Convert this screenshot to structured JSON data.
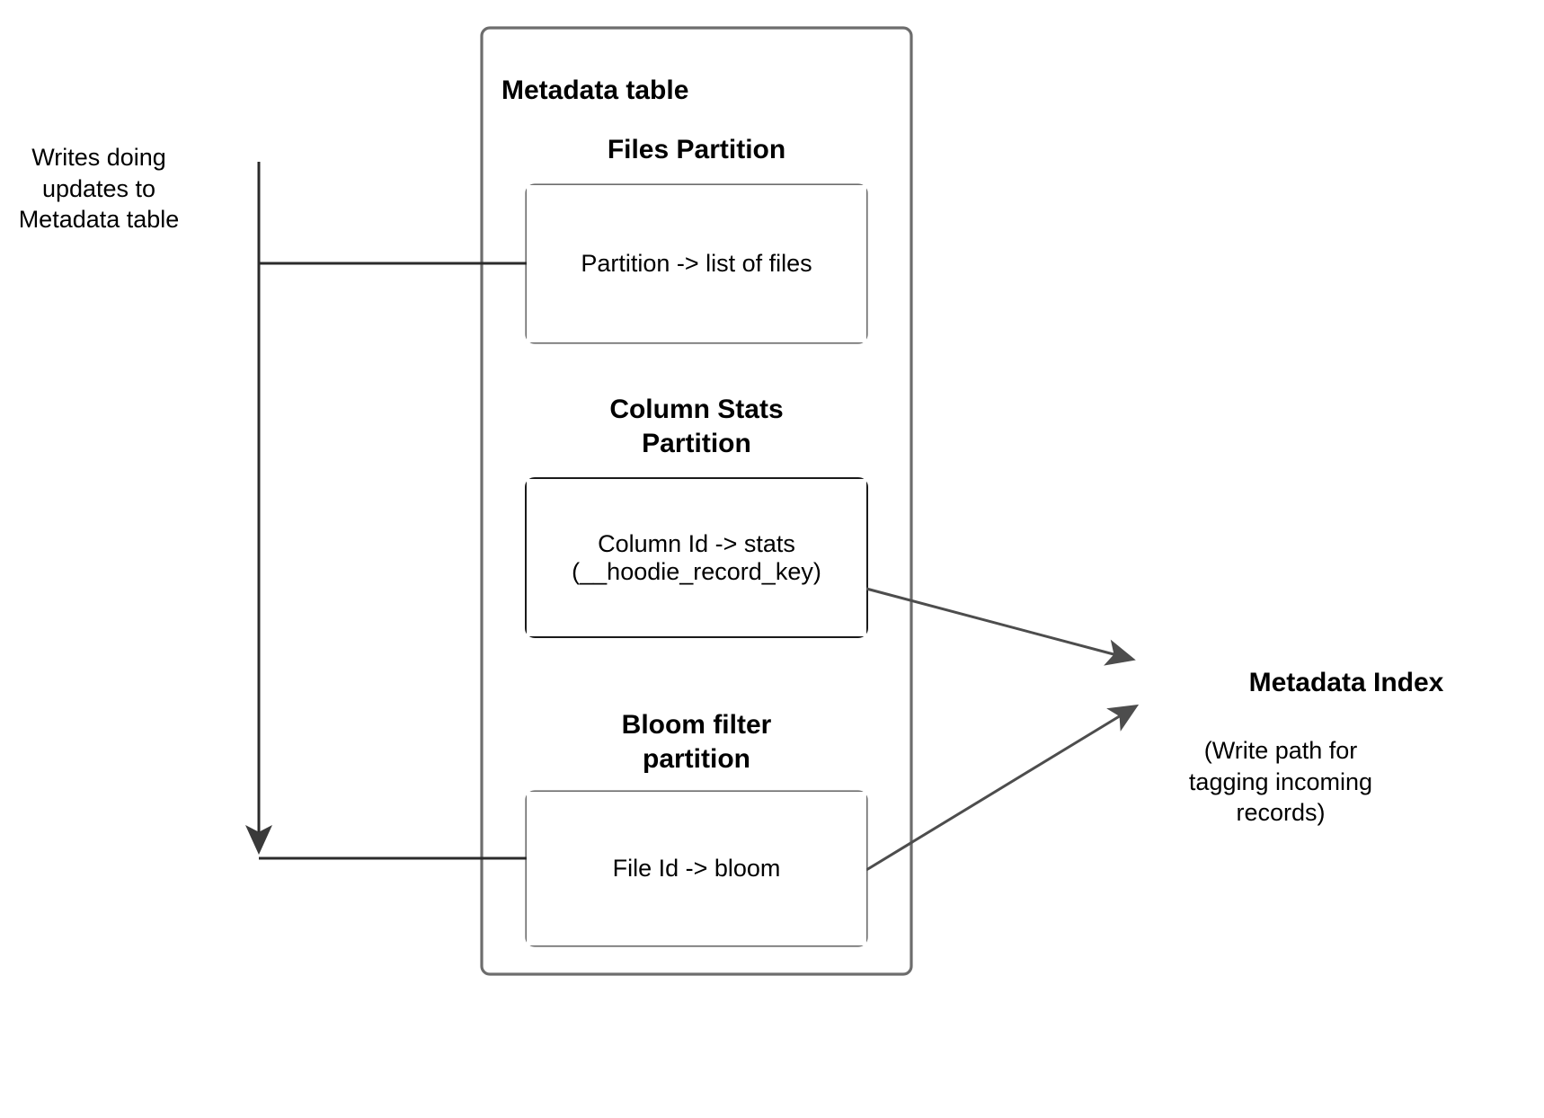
{
  "diagram": {
    "title": "Hudi Metadata table partitions and Metadata Index write path",
    "colors": {
      "stroke_gray": "#6d6d6d",
      "stroke_dark": "#1a1a1a",
      "arrow_fill": "#4d4d4d",
      "text": "#000000",
      "background": "#ffffff"
    },
    "left_note": {
      "text": "Writes doing\nupdates to\nMetadata table"
    },
    "container": {
      "label": "Metadata table"
    },
    "partitions": [
      {
        "id": "files",
        "heading": "Files Partition",
        "box_text": "Partition -> list of files"
      },
      {
        "id": "column-stats",
        "heading": "Column Stats\nPartition",
        "box_text": "Column Id  -> stats\n(__hoodie_record_key)"
      },
      {
        "id": "bloom-filter",
        "heading": "Bloom filter\npartition",
        "box_text": "File Id -> bloom"
      }
    ],
    "metadata_index": {
      "title": "Metadata Index",
      "subtitle": "(Write path for\ntagging incoming\nrecords)"
    }
  }
}
